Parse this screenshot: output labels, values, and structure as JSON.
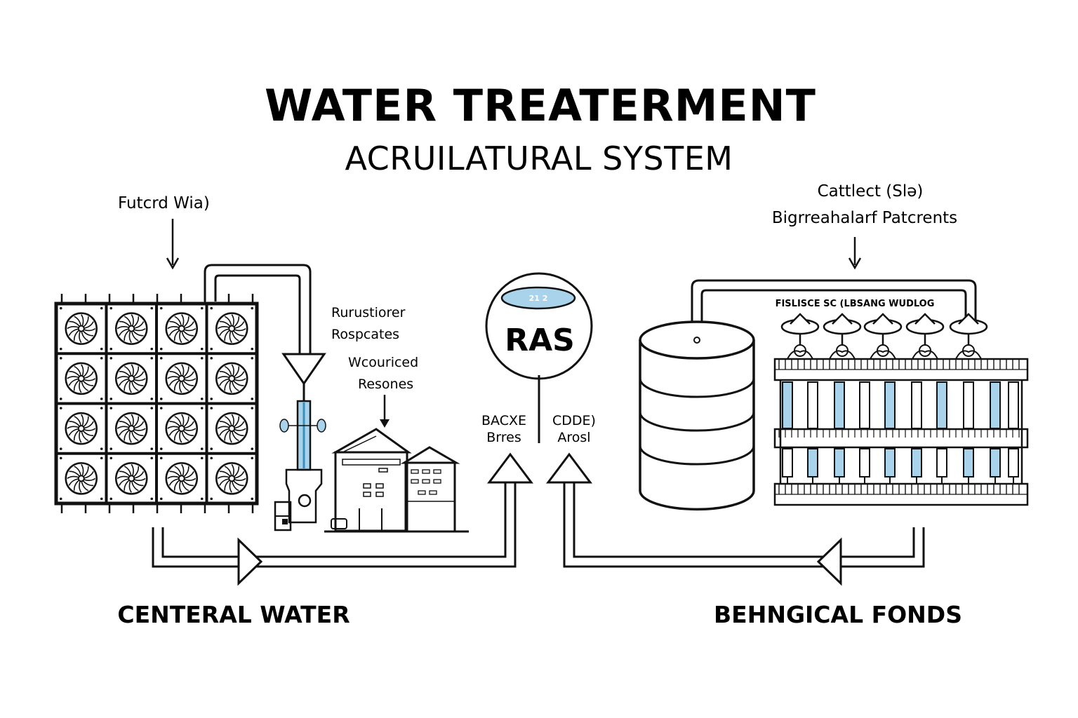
{
  "title": {
    "main": "WATER TREATERMENT",
    "sub": "ACRUILATURAL SYSTEM"
  },
  "labels": {
    "input_left": "Futcrd Wia)",
    "reactor_line1": "Rurustiorer",
    "reactor_line2": "Rospcates",
    "resource_line1": "Wcouriced",
    "resource_line2": "Resones",
    "ras": "RAS",
    "ras_tag": "21  2",
    "back_line1": "BACXE",
    "back_line2": "Brres",
    "code_line1": "CDDE)",
    "code_line2": "Arosl",
    "catch_line1": "Cattlect (Slə)",
    "catch_line2": "Bigrreahalarf Patcrents",
    "rack_header": "FISLISCE SC (LBSANG WUDLOG",
    "bottom_left": "CENTERAL WATER",
    "bottom_right": "BEHNGICAL FONDS"
  },
  "colors": {
    "ink": "#111111",
    "water_blue": "#a9d3ea",
    "background": "#ffffff"
  },
  "icons": {
    "filter_grid": "fan-grid-icon",
    "funnel": "funnel-icon",
    "pump": "pump-icon",
    "building": "treatment-building-icon",
    "ras_badge": "ras-badge-icon",
    "tank": "storage-tank-icon",
    "rack": "tank-rack-icon"
  }
}
